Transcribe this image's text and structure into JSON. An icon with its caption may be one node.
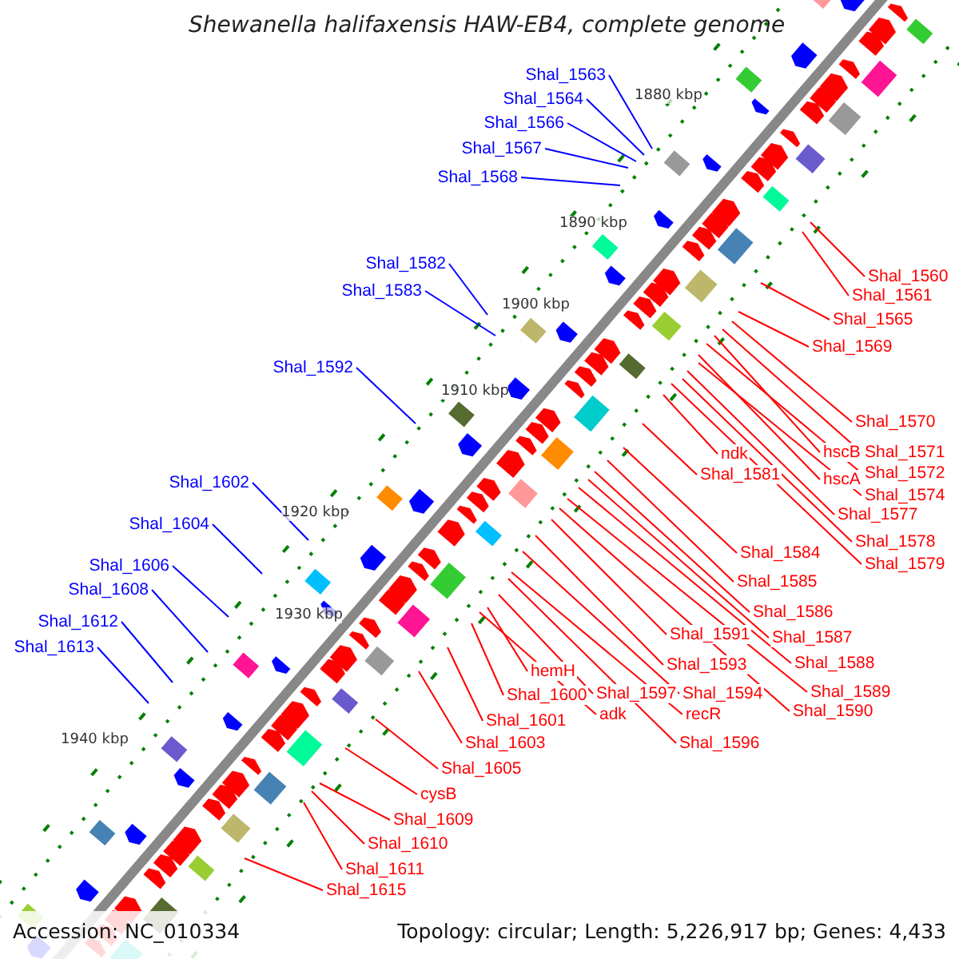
{
  "diagram": {
    "title": "Shewanella halifaxensis HAW-EB4, complete genome",
    "nodes": [
      {
        "text": [
          "Shal_1563"
        ]
      },
      {
        "text": [
          "Shal_1564"
        ]
      },
      {
        "text": [
          "Shal_1566"
        ]
      },
      {
        "text": [
          "Shal_1567"
        ]
      },
      {
        "text": [
          "Shal_1568"
        ]
      },
      {
        "text": [
          "Shal_1582"
        ]
      },
      {
        "text": [
          "Shal_1583"
        ]
      },
      {
        "text": [
          "Shal_1592"
        ]
      },
      {
        "text": [
          "Shal_1602"
        ]
      },
      {
        "text": [
          "Shal_1604"
        ]
      },
      {
        "text": [
          "Shal_1606"
        ]
      },
      {
        "text": [
          "Shal_1608"
        ]
      },
      {
        "text": [
          "Shal_1612"
        ]
      },
      {
        "text": [
          "Shal_1613"
        ]
      },
      {
        "text": [
          "Shal_1560"
        ]
      },
      {
        "text": [
          "Shal_1561"
        ]
      },
      {
        "text": [
          "Shal_1565"
        ]
      },
      {
        "text": [
          "Shal_1569"
        ]
      },
      {
        "text": [
          "Shal_1570"
        ]
      },
      {
        "text": [
          "hscB"
        ]
      },
      {
        "text": [
          "Shal_1571"
        ]
      },
      {
        "text": [
          "Shal_1572"
        ]
      },
      {
        "text": [
          "hscA"
        ]
      },
      {
        "text": [
          "Shal_1574"
        ]
      },
      {
        "text": [
          "ndk"
        ]
      },
      {
        "text": [
          "Shal_1577"
        ]
      },
      {
        "text": [
          "Shal_1581"
        ]
      },
      {
        "text": [
          "Shal_1578"
        ]
      },
      {
        "text": [
          "Shal_1579"
        ]
      },
      {
        "text": [
          "Shal_1584"
        ]
      },
      {
        "text": [
          "Shal_1585"
        ]
      },
      {
        "text": [
          "Shal_1586"
        ]
      },
      {
        "text": [
          "Shal_1587"
        ]
      },
      {
        "text": [
          "Shal_1588"
        ]
      },
      {
        "text": [
          "Shal_1589"
        ]
      },
      {
        "text": [
          "Shal_1590"
        ]
      },
      {
        "text": [
          "Shal_1591"
        ]
      },
      {
        "text": [
          "Shal_1593"
        ]
      },
      {
        "text": [
          "Shal_1594"
        ]
      },
      {
        "text": [
          "hemH"
        ]
      },
      {
        "text": [
          "Shal_1600"
        ]
      },
      {
        "text": [
          "Shal_1597"
        ]
      },
      {
        "text": [
          "recR"
        ]
      },
      {
        "text": [
          "adk"
        ]
      },
      {
        "text": [
          "Shal_1596"
        ]
      },
      {
        "text": [
          "Shal_1601"
        ]
      },
      {
        "text": [
          "Shal_1603"
        ]
      },
      {
        "text": [
          "Shal_1605"
        ]
      },
      {
        "text": [
          "cysB"
        ]
      },
      {
        "text": [
          "Shal_1609"
        ]
      },
      {
        "text": [
          "Shal_1610"
        ]
      },
      {
        "text": [
          "Shal_1611"
        ]
      },
      {
        "text": [
          "Shal_1615"
        ]
      }
    ],
    "edges": [
      {
        "from": 0,
        "to": null,
        "arrow": "none",
        "color": "#0000ff"
      },
      {
        "from": 1,
        "to": null,
        "arrow": "none",
        "color": "#0000ff"
      },
      {
        "from": 2,
        "to": null,
        "arrow": "none",
        "color": "#0000ff"
      },
      {
        "from": 3,
        "to": null,
        "arrow": "none",
        "color": "#0000ff"
      },
      {
        "from": 4,
        "to": null,
        "arrow": "none",
        "color": "#0000ff"
      },
      {
        "from": 5,
        "to": null,
        "arrow": "none",
        "color": "#0000ff"
      },
      {
        "from": 6,
        "to": null,
        "arrow": "none",
        "color": "#0000ff"
      },
      {
        "from": 7,
        "to": null,
        "arrow": "none",
        "color": "#0000ff"
      },
      {
        "from": 8,
        "to": null,
        "arrow": "none",
        "color": "#0000ff"
      },
      {
        "from": 9,
        "to": null,
        "arrow": "none",
        "color": "#0000ff"
      },
      {
        "from": 10,
        "to": null,
        "arrow": "none",
        "color": "#0000ff"
      },
      {
        "from": 11,
        "to": null,
        "arrow": "none",
        "color": "#0000ff"
      },
      {
        "from": 12,
        "to": null,
        "arrow": "none",
        "color": "#0000ff"
      },
      {
        "from": 13,
        "to": null,
        "arrow": "none",
        "color": "#0000ff"
      },
      {
        "from": 14,
        "to": null,
        "arrow": "none"
      },
      {
        "from": 15,
        "to": null,
        "arrow": "none"
      },
      {
        "from": 16,
        "to": null,
        "arrow": "none"
      },
      {
        "from": 17,
        "to": null,
        "arrow": "none"
      },
      {
        "from": 18,
        "to": null,
        "arrow": "none"
      },
      {
        "from": 19,
        "to": null,
        "arrow": "none"
      },
      {
        "from": 20,
        "to": null,
        "arrow": "none"
      },
      {
        "from": 21,
        "to": null,
        "arrow": "none"
      },
      {
        "from": 22,
        "to": null,
        "arrow": "none"
      },
      {
        "from": 23,
        "to": null,
        "arrow": "none"
      },
      {
        "from": 24,
        "to": null,
        "arrow": "none"
      },
      {
        "from": 25,
        "to": null,
        "arrow": "none"
      },
      {
        "from": 26,
        "to": null,
        "arrow": "none"
      },
      {
        "from": 27,
        "to": null,
        "arrow": "none"
      },
      {
        "from": 28,
        "to": null,
        "arrow": "none"
      },
      {
        "from": 29,
        "to": null,
        "arrow": "none"
      },
      {
        "from": 30,
        "to": null,
        "arrow": "none"
      },
      {
        "from": 31,
        "to": null,
        "arrow": "none"
      },
      {
        "from": 32,
        "to": null,
        "arrow": "none"
      },
      {
        "from": 33,
        "to": null,
        "arrow": "none"
      },
      {
        "from": 34,
        "to": null,
        "arrow": "none"
      },
      {
        "from": 35,
        "to": null,
        "arrow": "none"
      },
      {
        "from": 36,
        "to": null,
        "arrow": "none"
      },
      {
        "from": 37,
        "to": null,
        "arrow": "none"
      },
      {
        "from": 38,
        "to": null,
        "arrow": "none"
      },
      {
        "from": 39,
        "to": null,
        "arrow": "none"
      },
      {
        "from": 40,
        "to": null,
        "arrow": "none"
      },
      {
        "from": 41,
        "to": null,
        "arrow": "none"
      },
      {
        "from": 42,
        "to": null,
        "arrow": "none"
      },
      {
        "from": 43,
        "to": null,
        "arrow": "none"
      },
      {
        "from": 44,
        "to": null,
        "arrow": "none"
      },
      {
        "from": 45,
        "to": null,
        "arrow": "none"
      },
      {
        "from": 46,
        "to": null,
        "arrow": "none"
      },
      {
        "from": 47,
        "to": null,
        "arrow": "none"
      },
      {
        "from": 48,
        "to": null,
        "arrow": "none"
      },
      {
        "from": 49,
        "to": null,
        "arrow": "none"
      },
      {
        "from": 50,
        "to": null,
        "arrow": "none"
      },
      {
        "from": 51,
        "to": null,
        "arrow": "none"
      },
      {
        "from": 52,
        "to": null,
        "arrow": "none"
      }
    ],
    "labels": [
      "1880 kbp",
      "1890 kbp",
      "1900 kbp",
      "1910 kbp",
      "1920 kbp",
      "1930 kbp",
      "1940 kbp",
      "Accession: NC_010334",
      "Topology: circular; Length: 5,226,917 bp; Genes: 4,433"
    ]
  }
}
